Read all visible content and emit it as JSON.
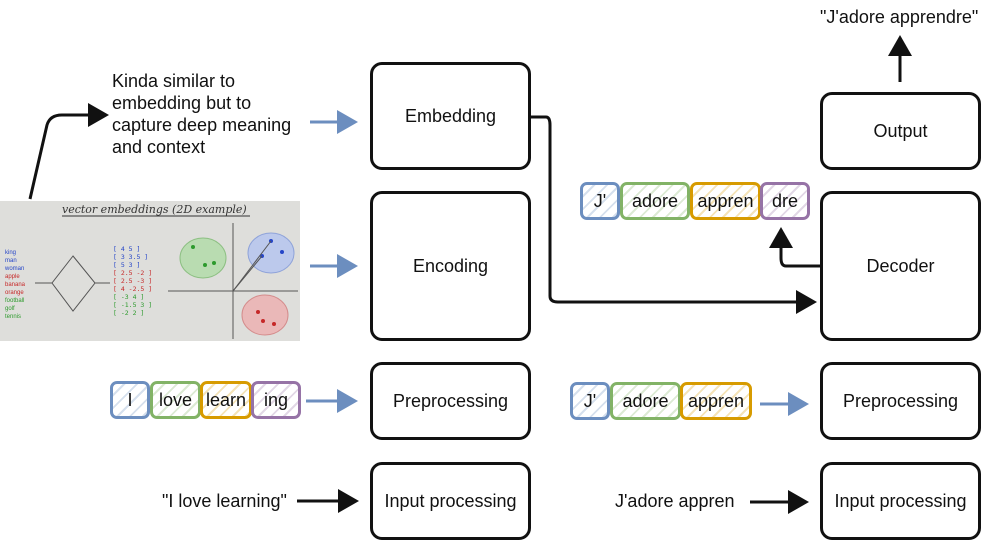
{
  "left_pipeline": {
    "input_text": "\"I love learning\"",
    "tokens": [
      "I",
      "love",
      "learn",
      "ing"
    ],
    "embedding_note": "Kinda similar to\nembedding but to\ncapture deep meaning\nand context",
    "boxes": {
      "embedding": "Embedding",
      "encoding": "Encoding",
      "preprocessing": "Preprocessing",
      "input_processing": "Input processing"
    }
  },
  "right_pipeline": {
    "input_text": "J'adore appren",
    "tokens_input": [
      "J'",
      "adore",
      "appren"
    ],
    "tokens_output": [
      "J'",
      "adore",
      "appren",
      "dre"
    ],
    "output_text": "\"J'adore apprendre\"",
    "boxes": {
      "output": "Output",
      "decoder": "Decoder",
      "preprocessing": "Preprocessing",
      "input_processing": "Input processing"
    }
  },
  "thumbnail": {
    "title": "vector embeddings (2D example)",
    "words": [
      "king",
      "man",
      "woman",
      "apple",
      "banana",
      "orange",
      "football",
      "golf",
      "tennis"
    ],
    "vectors": [
      "[ 4   5  ]",
      "[ 3  3.5 ]",
      "[ 5   3  ]",
      "[ 2.5 -2 ]",
      "[ 2.5 -3 ]",
      "[ 4 -2.5 ]",
      "[ -3   4 ]",
      "[ -1.5 3 ]",
      "[ -2   2 ]"
    ]
  },
  "colors": {
    "token_blue": "#6c8ebf",
    "token_green": "#82b366",
    "token_orange": "#d79b00",
    "token_purple": "#9673a6",
    "arrow_blue": "#6c8ebf",
    "arrow_black": "#111111"
  }
}
